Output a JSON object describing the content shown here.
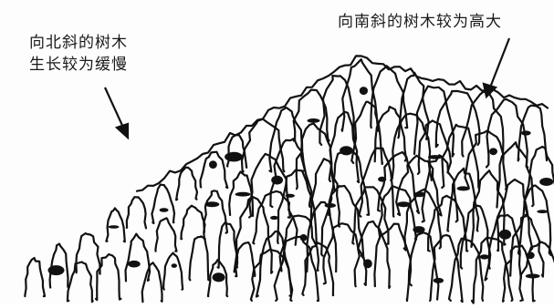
{
  "annotations": {
    "north_facing": {
      "line1": "向北斜的树木",
      "line2": "生长较为缓慢"
    },
    "south_facing": {
      "line1": "向南斜的树木较为高大"
    }
  },
  "colors": {
    "ink": "#111111",
    "background": "#fdfdfd"
  }
}
